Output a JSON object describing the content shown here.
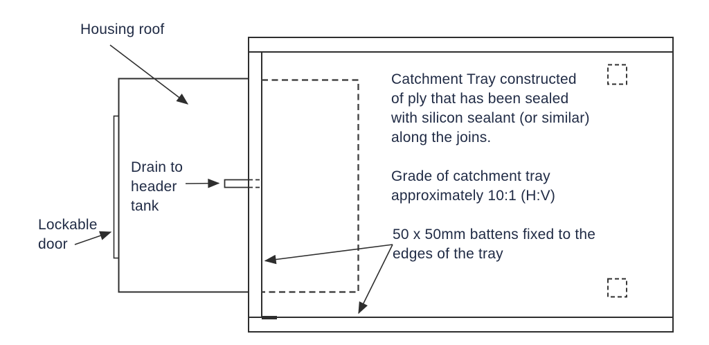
{
  "labels": {
    "housing_roof": "Housing roof",
    "drain": "Drain to\nheader\ntank",
    "lockable_door": "Lockable\ndoor",
    "catchment_tray": "Catchment Tray constructed\nof ply that has been sealed\nwith silicon sealant (or similar)\nalong the joins.",
    "grade": "Grade of catchment tray\napproximately 10:1 (H:V)",
    "battens": "50 x 50mm battens fixed to the\nedges of the tray"
  },
  "colors": {
    "line": "#2e2e2e",
    "hidden_line": "#454545",
    "text": "#1f2a44",
    "background": "#ffffff"
  }
}
